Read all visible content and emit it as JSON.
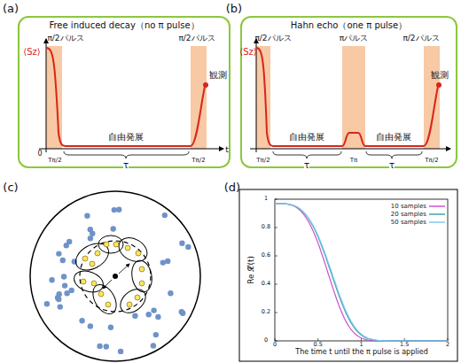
{
  "diagram": {
    "nodes": [
      {
        "text": [
          "Free induced decay（no π pulse）"
        ]
      },
      {
        "text": [
          "Hahn echo（one π pulse）"
        ]
      }
    ],
    "labels": [
      "(a)",
      "π/2パルス",
      "π/2パルス",
      "⟨Sz⟩",
      "自由発展",
      "観測",
      "0",
      "Tπ/2",
      "τ",
      "Tπ/2",
      "t",
      "(b)",
      "π/2パルス",
      "πパルス",
      "π/2パルス",
      "⟨Sz⟩",
      "自由発展",
      "自由発展",
      "観測",
      "Tπ/2",
      "τ",
      "Tπ",
      "τ",
      "Tπ/2",
      "(c)",
      "(d)",
      "Re 𝓛(t)",
      "The time t until the π pulse is applied",
      "0",
      "0.5",
      "1",
      "1.5",
      "2",
      "0",
      "0.2",
      "0.4",
      "0.6",
      "0.8",
      "1"
    ],
    "legend": [
      {
        "text": "10 samples"
      },
      {
        "text": "20 samples"
      },
      {
        "text": "50 samples"
      }
    ]
  }
}
